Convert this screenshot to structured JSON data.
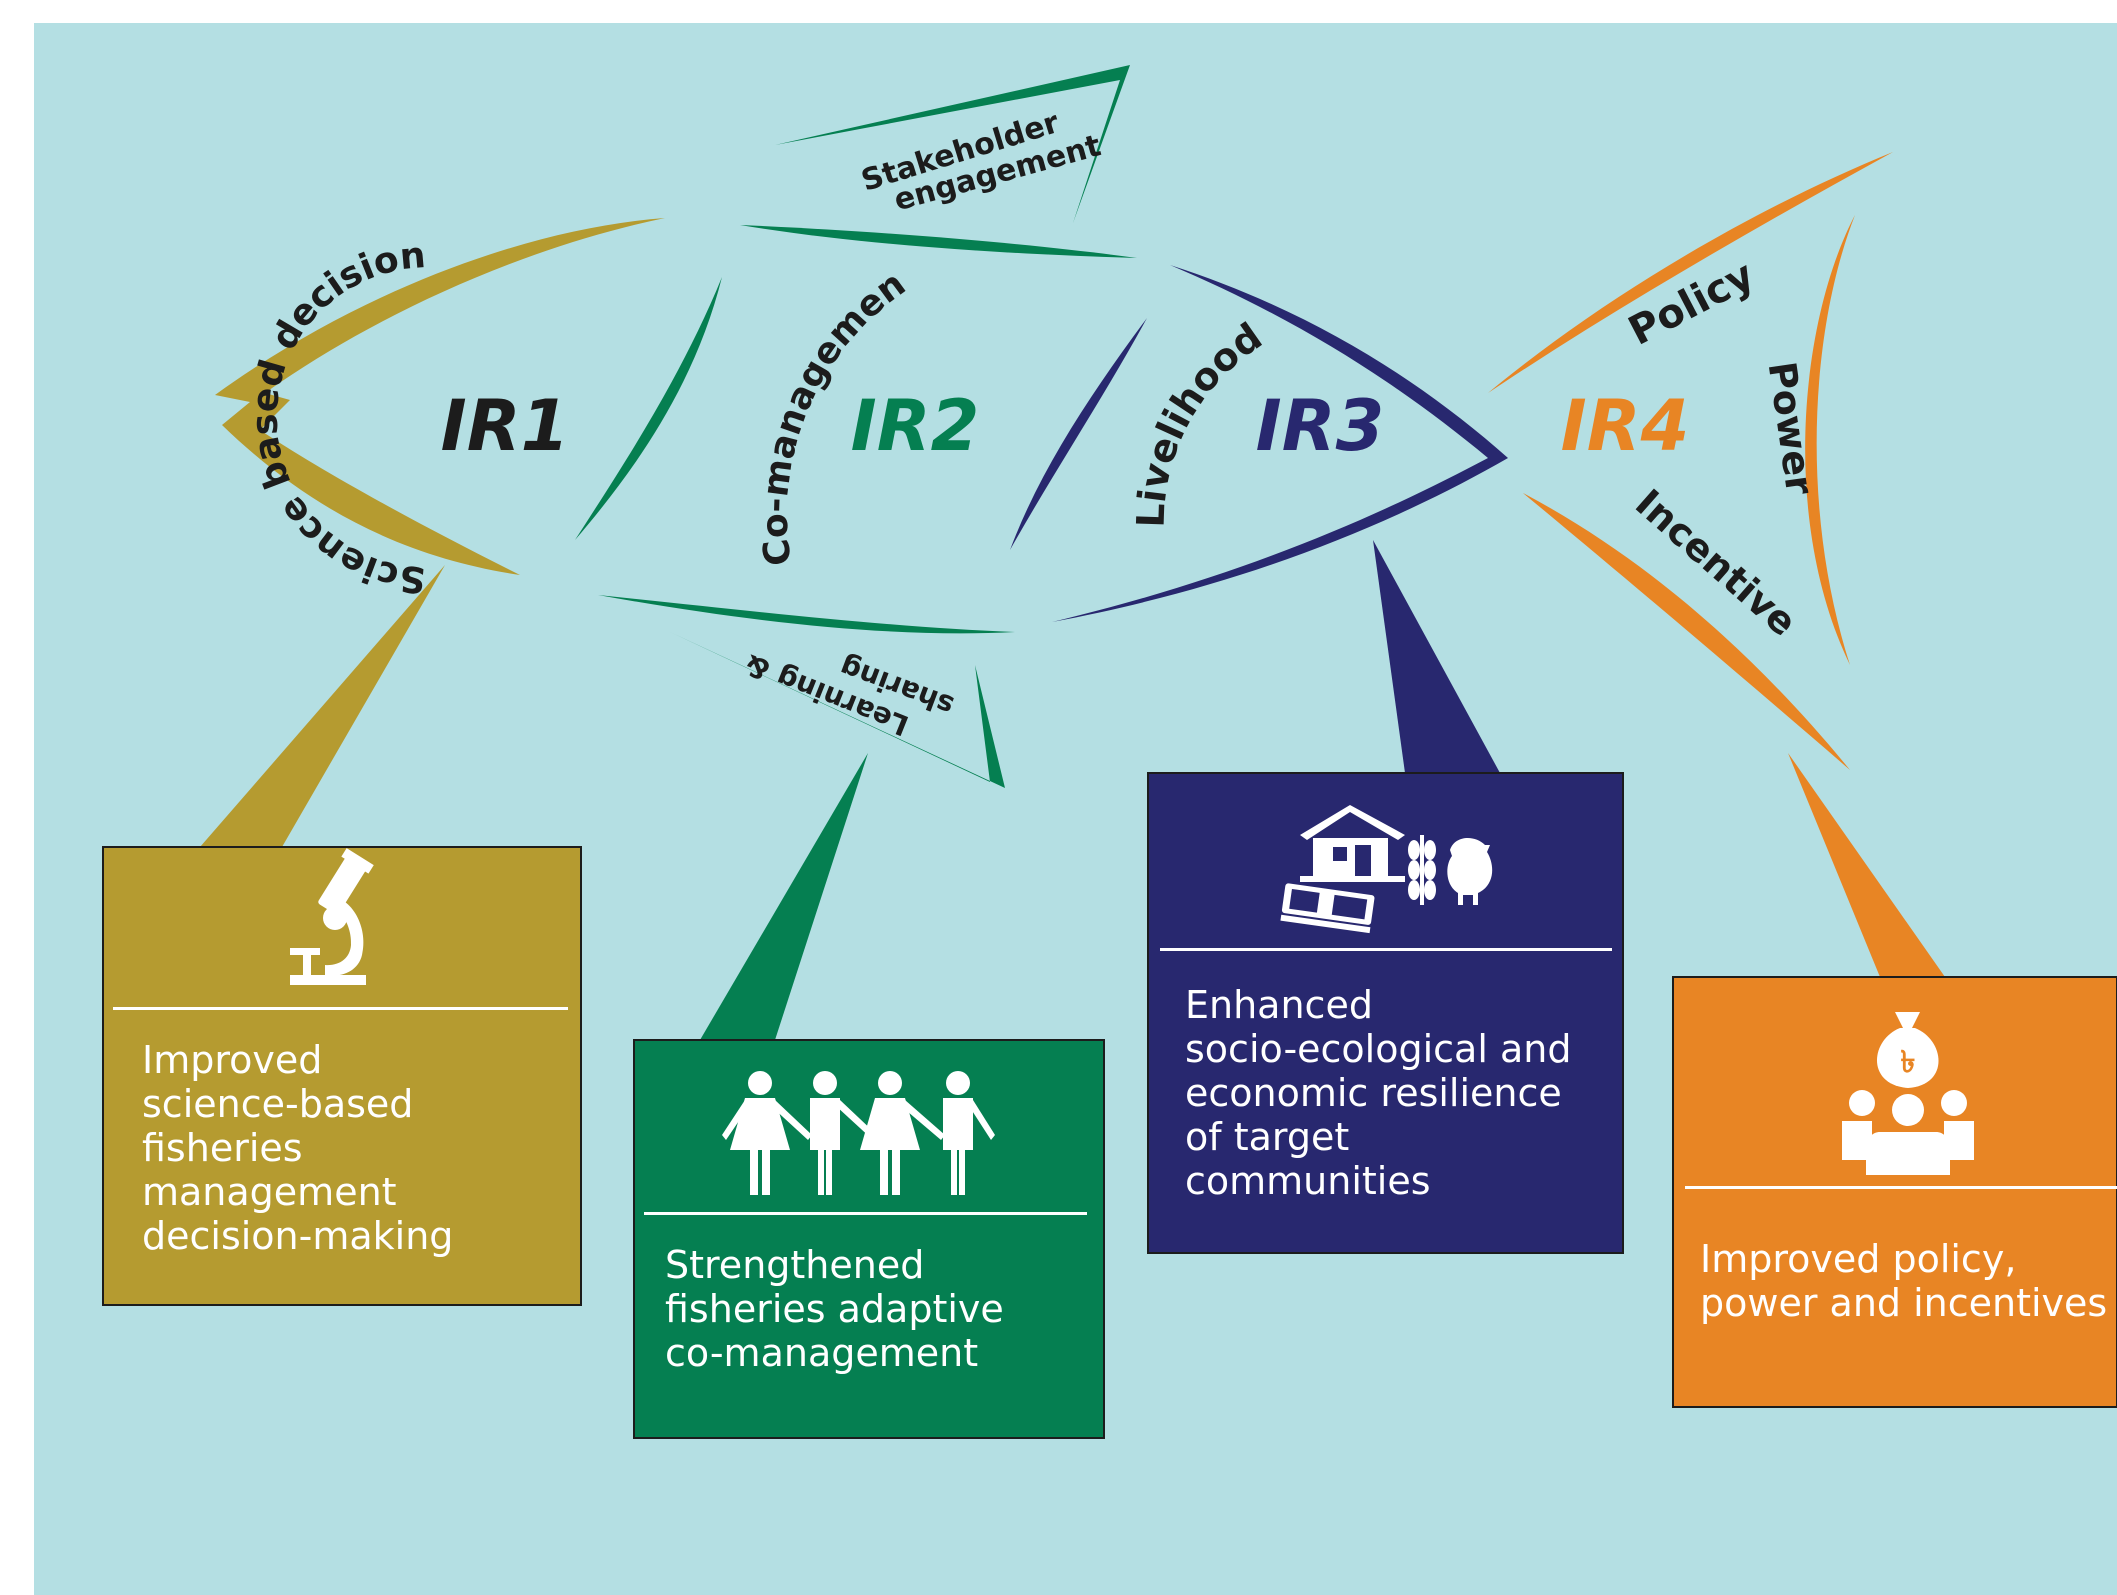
{
  "colors": {
    "background": "#b4dfe3",
    "ir1": "#b59b30",
    "ir2": "#057f51",
    "ir3": "#28286f",
    "ir4": "#e88524",
    "ir1_label": "#1c1c1c"
  },
  "diagram": {
    "ir1": {
      "code": "IR1",
      "arc_label": "Science based decision",
      "icon": "microscope-icon",
      "description": [
        "Improved",
        "science-based",
        "fisheries",
        "management",
        "decision-making"
      ]
    },
    "ir2": {
      "code": "IR2",
      "arc_label": "Co-management",
      "fin_top_label": [
        "Stakeholder",
        "engagement"
      ],
      "fin_bottom_label": [
        "Learning &",
        "sharing"
      ],
      "icon": "people-holding-hands-icon",
      "description": [
        "Strengthened",
        "fisheries adaptive",
        "co-management"
      ]
    },
    "ir3": {
      "code": "IR3",
      "arc_label": "Livelihood",
      "icon": "livelihood-icon",
      "description": [
        "Enhanced",
        "socio-ecological and",
        "economic resilience",
        "of target",
        "communities"
      ]
    },
    "ir4": {
      "code": "IR4",
      "tail_labels": [
        "Policy",
        "Power",
        "Incentive"
      ],
      "icon": "money-bag-people-icon",
      "description": [
        "Improved policy,",
        "power and incentives"
      ]
    }
  }
}
